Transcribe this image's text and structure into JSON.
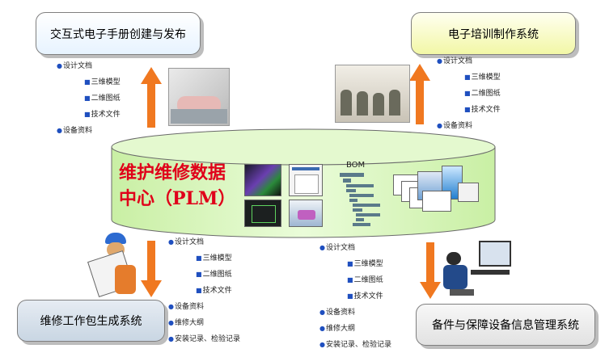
{
  "boxes": {
    "top_left": "交互式电子手册创建与发布",
    "top_right": "电子培训制作系统",
    "bottom_left": "维修工作包生成系统",
    "bottom_right": "备件与保障设备信息管理系统"
  },
  "center": {
    "title_line1": "维护维修数据",
    "title_line2": "中心（PLM）",
    "bom_label": "BOM"
  },
  "lists": {
    "top_left": [
      "设计文档",
      "三维模型",
      "二维图纸",
      "技术文件",
      "设备资料"
    ],
    "top_right": [
      "设计文档",
      "三维模型",
      "二维图纸",
      "技术文件",
      "设备资料"
    ],
    "bottom_left": [
      "设计文档",
      "三维模型",
      "二维图纸",
      "技术文件",
      "设备资料",
      "维修大纲",
      "安装记录、检验记录"
    ],
    "bottom_right": [
      "设计文档",
      "三维模型",
      "二维图纸",
      "技术文件",
      "设备资料",
      "维修大纲",
      "安装记录、检验记录"
    ]
  },
  "colors": {
    "arrow": "#f07820",
    "cylinder": "#d9f7b8",
    "title_red": "#e0001a"
  }
}
